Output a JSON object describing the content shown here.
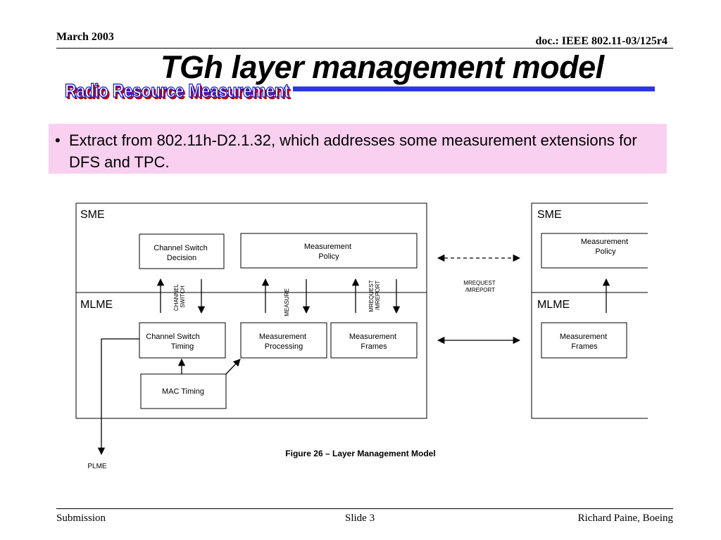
{
  "header": {
    "date": "March 2003",
    "doc": "doc.: IEEE 802.11-03/125r4"
  },
  "slide": {
    "title": "TGh layer management model",
    "logo_text": "Radio Resource Measurement",
    "bullet": "Extract from 802.11h-D2.1.32, which addresses some measurement extensions for DFS and TPC.",
    "bullet_marker": "•"
  },
  "diagram": {
    "left_block": {
      "sme_label": "SME",
      "mlme_label": "MLME",
      "channel_switch_decision": [
        "Channel Switch",
        "Decision"
      ],
      "measurement_policy": [
        "Measurement",
        "Policy"
      ],
      "channel_switch_timing": [
        "Channel Switch",
        "Timing"
      ],
      "measurement_processing": [
        "Measurement",
        "Processing"
      ],
      "measurement_frames": [
        "Measurement",
        "Frames"
      ],
      "mac_timing": "MAC Timing",
      "vlabel_channel_switch": [
        "CHANNEL",
        "SWITCH"
      ],
      "vlabel_measure": "MEASURE",
      "vlabel_mrequest": [
        "MREQUEST",
        "/MREPORT"
      ]
    },
    "link_label": [
      "MREQUEST",
      "/MREPORT"
    ],
    "right_block": {
      "sme_label": "SME",
      "mlme_label": "MLME",
      "measurement_policy": [
        "Measurement",
        "Policy"
      ],
      "measurement_frames": [
        "Measurement",
        "Frames"
      ]
    },
    "plme_label": "PLME",
    "caption": "Figure 26 – Layer Management Model"
  },
  "footer": {
    "left": "Submission",
    "center": "Slide 3",
    "right": "Richard Paine, Boeing"
  },
  "colors": {
    "bullet_background": "#f9d0ef",
    "title_bar": "#2b37e6",
    "logo_outline": "#0b0bd6",
    "logo_shadow": "#d40000"
  }
}
